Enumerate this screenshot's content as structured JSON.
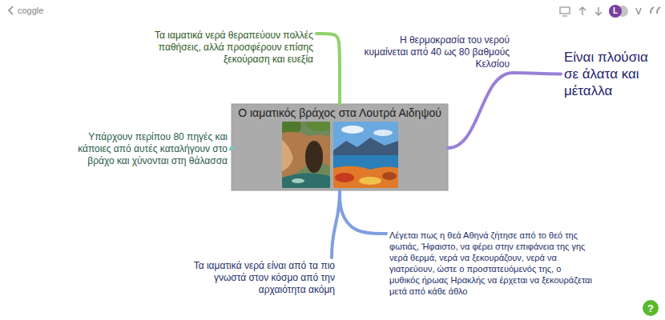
{
  "diagram": {
    "nodes": [
      {
        "text": [
          "Ο ιαματικός βράχος στα Λουτρά Αιδηψού"
        ]
      },
      {
        "text": [
          "Τα ιαματικά νερά θεραπεύουν πολλές παθήσεις, αλλά προσφέρουν επίσης ξεκούραση και ευεξία"
        ]
      },
      {
        "text": [
          "Η θερμοκρασία του νερού κυμαίνεται από 40 ως 80 βαθμούς Κελσίου"
        ]
      },
      {
        "text": [
          "Είναι πλούσια σε άλατα και μέταλλα"
        ]
      },
      {
        "text": [
          "Υπάρχουν περίπου 80 πηγές και κάποιες από αυτές καταλήγουν στο βράχο και χύνονται στη θάλασσα"
        ]
      },
      {
        "text": [
          "Τα ιαματικά νερά είναι από τα πιο γνωστά στον κόσμο από την αρχαιότητα ακόμη"
        ]
      },
      {
        "text": [
          "Λέγεται πως η θεά Αθηνά ζήτησε από το θεό της φωτιάς, Ήφαιστο, να φέρει στην επιφάνεια της γης νερά θερμά, νερά να ξεκουράζουν, νερά να γιατρεύουν, ώστε ο προστατευόμενός της, ο μυθικός ήρωας Ηρακλής να έρχεται να ξεκουράζεται μετά από κάθε άθλο"
        ]
      }
    ],
    "edges": [
      {
        "from": 0,
        "to": 1,
        "arrow": "none"
      },
      {
        "from": 0,
        "to": 2,
        "arrow": "none"
      },
      {
        "from": 2,
        "to": 3,
        "arrow": "none"
      },
      {
        "from": 0,
        "to": 4,
        "arrow": "none"
      },
      {
        "from": 0,
        "to": 5,
        "arrow": "none"
      },
      {
        "from": 0,
        "to": 6,
        "arrow": "none"
      }
    ],
    "labels": [
      "coggle",
      "L",
      "V",
      "?"
    ]
  }
}
